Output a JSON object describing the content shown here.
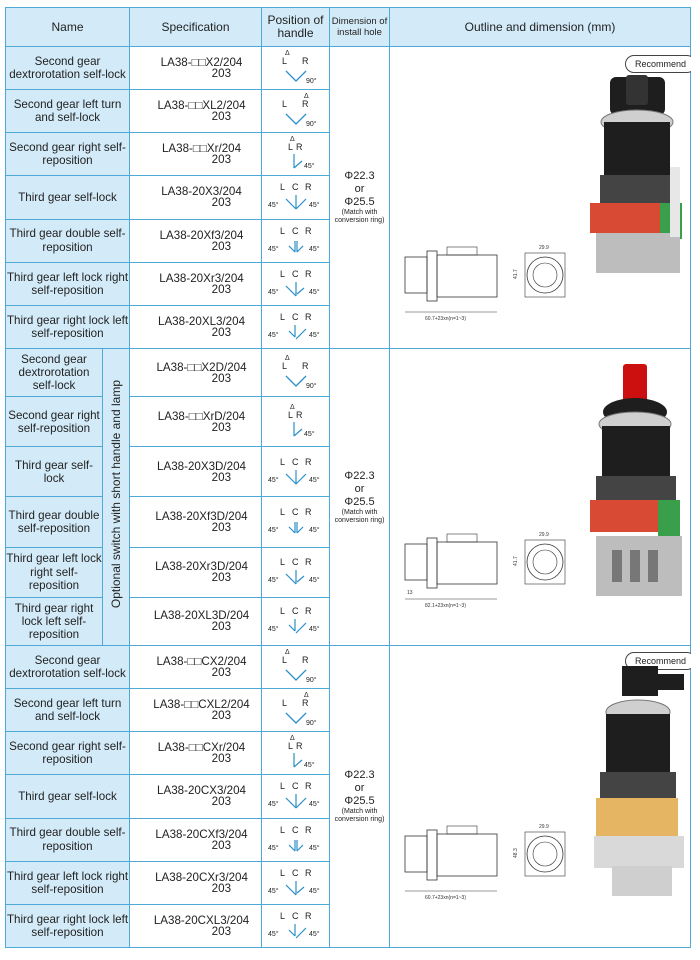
{
  "header": {
    "name": "Name",
    "specification": "Specification",
    "position": "Position of handle",
    "dimension": "Dimension of install hole",
    "outline": "Outline and dimension (mm)"
  },
  "groups": [
    {
      "vertical_label": "",
      "dimension": {
        "d1": "Φ22.3",
        "or": "or",
        "d2": "Φ25.5",
        "note": "(Match with conversion ring)"
      },
      "recommend": "Recommend",
      "drawing": {
        "overall": "60.7+23xn(n=1~3)",
        "width": "29.9",
        "height": "41.7"
      },
      "rows": [
        {
          "name": "Second gear dextrorotation self-lock",
          "spec1": "LA38-□□X2/204",
          "spec2": "203",
          "handle": {
            "type": "2R",
            "labels": "L R",
            "angle": "90°"
          }
        },
        {
          "name": "Second gear left turn and self-lock",
          "spec1": "LA38-□□XL2/204",
          "spec2": "203",
          "handle": {
            "type": "2L",
            "labels": "L R",
            "angle": "90°"
          }
        },
        {
          "name": "Second gear right self-reposition",
          "spec1": "LA38-□□Xr/204",
          "spec2": "203",
          "handle": {
            "type": "2Rr",
            "labels": "LR",
            "angle": "45°"
          }
        },
        {
          "name": "Third gear self-lock",
          "spec1": "LA38-20X3/204",
          "spec2": "203",
          "handle": {
            "type": "3",
            "labels": "L C R",
            "angle_l": "45°",
            "angle_r": "45°"
          }
        },
        {
          "name": "Third gear double self-reposition",
          "spec1": "LA38-20Xf3/204",
          "spec2": "203",
          "handle": {
            "type": "3f",
            "labels": "L C R",
            "angle_l": "45°",
            "angle_r": "45°"
          }
        },
        {
          "name": "Third gear left lock right self-reposition",
          "spec1": "LA38-20Xr3/204",
          "spec2": "203",
          "handle": {
            "type": "3r",
            "labels": "L C R",
            "angle_l": "45°",
            "angle_r": "45°"
          }
        },
        {
          "name": "Third gear right lock left self-reposition",
          "spec1": "LA38-20XL3/204",
          "spec2": "203",
          "handle": {
            "type": "3l",
            "labels": "L C R",
            "angle_l": "45°",
            "angle_r": "45°"
          }
        }
      ]
    },
    {
      "vertical_label": "Optional switch with short handle and lamp",
      "dimension": {
        "d1": "Φ22.3",
        "or": "or",
        "d2": "Φ25.5",
        "note": "(Match with conversion ring)"
      },
      "recommend": "",
      "drawing": {
        "overall": "82.1+23xn(n=1~3)",
        "width": "29.9",
        "height": "41.7",
        "offset": "13"
      },
      "rows": [
        {
          "name": "Second gear dextrorotation self-lock",
          "spec1": "LA38-□□X2D/204",
          "spec2": "203",
          "handle": {
            "type": "2R",
            "labels": "L R",
            "angle": "90°"
          }
        },
        {
          "name": "Second gear right self-reposition",
          "spec1": "LA38-□□XrD/204",
          "spec2": "203",
          "handle": {
            "type": "2Rr",
            "labels": "L R",
            "angle": "45°"
          }
        },
        {
          "name": "Third gear self-lock",
          "spec1": "LA38-20X3D/204",
          "spec2": "203",
          "handle": {
            "type": "3",
            "labels": "L C R",
            "angle_l": "45°",
            "angle_r": "45°"
          }
        },
        {
          "name": "Third gear double self-reposition",
          "spec1": "LA38-20Xf3D/204",
          "spec2": "203",
          "handle": {
            "type": "3f",
            "labels": "L C R",
            "angle_l": "45°",
            "angle_r": "45°"
          }
        },
        {
          "name": "Third gear left lock right self-reposition",
          "spec1": "LA38-20Xr3D/204",
          "spec2": "203",
          "handle": {
            "type": "3r",
            "labels": "L C R",
            "angle_l": "45°",
            "angle_r": "45°"
          }
        },
        {
          "name": "Third gear right lock left self-reposition",
          "spec1": "LA38-20XL3D/204",
          "spec2": "203",
          "handle": {
            "type": "3l",
            "labels": "L C R",
            "angle_l": "45°",
            "angle_r": "45°"
          }
        }
      ]
    },
    {
      "vertical_label": "",
      "dimension": {
        "d1": "Φ22.3",
        "or": "or",
        "d2": "Φ25.5",
        "note": "(Match with conversion ring)"
      },
      "recommend": "Recommend",
      "drawing": {
        "overall": "60.7+23xn(n=1~3)",
        "width": "29.9",
        "height": "48.3"
      },
      "rows": [
        {
          "name": "Second gear dextrorotation self-lock",
          "spec1": "LA38-□□CX2/204",
          "spec2": "203",
          "handle": {
            "type": "2R",
            "labels": "L R",
            "angle": "90°"
          }
        },
        {
          "name": "Second gear left turn and self-lock",
          "spec1": "LA38-□□CXL2/204",
          "spec2": "203",
          "handle": {
            "type": "2L",
            "labels": "L R",
            "angle": "90°"
          }
        },
        {
          "name": "Second gear right self-reposition",
          "spec1": "LA38-□□CXr/204",
          "spec2": "203",
          "handle": {
            "type": "2Rr",
            "labels": "LR",
            "angle": "45°"
          }
        },
        {
          "name": "Third gear self-lock",
          "spec1": "LA38-20CX3/204",
          "spec2": "203",
          "handle": {
            "type": "3",
            "labels": "L C R",
            "angle_l": "45°",
            "angle_r": "45°"
          }
        },
        {
          "name": "Third gear double self-reposition",
          "spec1": "LA38-20CXf3/204",
          "spec2": "203",
          "handle": {
            "type": "3f",
            "labels": "L C R",
            "angle_l": "45°",
            "angle_r": "45°"
          }
        },
        {
          "name": "Third gear left lock right self-reposition",
          "spec1": "LA38-20CXr3/204",
          "spec2": "203",
          "handle": {
            "type": "3r",
            "labels": "L C R",
            "angle_l": "45°",
            "angle_r": "45°"
          }
        },
        {
          "name": "Third gear right lock left self-reposition",
          "spec1": "LA38-20CXL3/204",
          "spec2": "203",
          "handle": {
            "type": "3l",
            "labels": "L C R",
            "angle_l": "45°",
            "angle_r": "45°"
          }
        }
      ]
    }
  ],
  "colors": {
    "header_bg": "#d3ebf8",
    "border": "#4fa9d6",
    "arrow": "#2a8fc8"
  },
  "icons": [
    "rotation-arrow-icon",
    "switch-product-photo",
    "dimension-drawing"
  ]
}
